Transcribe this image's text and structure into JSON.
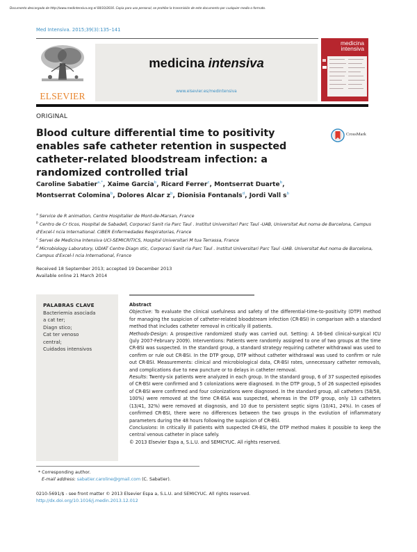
{
  "disclaimer": "Documento descargado de http://www.medintensiva.org el 08/10/2016. Copia para uso personal, se prohíbe la transmisión de este documento por cualquier medio o formato.",
  "citation": "Med Intensiva. 2015;39(3):135–141",
  "publisher": {
    "logo_text": "ELSEVIER",
    "logo_color": "#e8842c"
  },
  "journal": {
    "title_regular": "medicina ",
    "title_italic": "intensiva",
    "url": "www.elsevier.es/medintensiva",
    "cover_title_line1": "medicina",
    "cover_title_line2": "intensiva",
    "cover_color": "#b7262e"
  },
  "section_label": "ORIGINAL",
  "title": "Blood culture differential time to positivity enables safe catheter retention in suspected catheter-related bloodstream infection: a randomized controlled trial",
  "crossmark": {
    "label": "CrossMark"
  },
  "authors": [
    {
      "name": "Caroline Sabatier",
      "sup": "a,*",
      "sep": ", "
    },
    {
      "name": "Xaime Garcia",
      "sup": "b",
      "sep": ", "
    },
    {
      "name": "Ricard Ferrer",
      "sup": "c",
      "sep": ", "
    },
    {
      "name": "Montserrat Duarte",
      "sup": "b",
      "sep": ","
    },
    {
      "name": "Montserrat Colomina",
      "sup": "b",
      "sep": ", "
    },
    {
      "name": "Dolores Alcar  z",
      "sup": "b",
      "sep": ", "
    },
    {
      "name": "Dionisia Fontanals",
      "sup": "d",
      "sep": ", "
    },
    {
      "name": "Jordi Vall  s",
      "sup": "b",
      "sep": ""
    }
  ],
  "affiliations": [
    {
      "sup": "a",
      "text": "Service de R  animation, Centre Hospitalier de Mont-de-Marsan, France"
    },
    {
      "sup": "b",
      "text": "Centro de Cr  ticos, Hospital de Sabadell, Corporaci   Sanit  ria Parc Taul  . Institut Universitari Parc Taul  -UAB, Universitat Aut  noma de Barcelona, Campus d'Excel-l  ncia International. CIBER Enfermedades Respiratorias, France"
    },
    {
      "sup": "c",
      "text": "Servei de Medicina Intensiva UCI-SEMICRITICS, Hospital Universitari M  tua Terrassa, France"
    },
    {
      "sup": "d",
      "text": "Microbiology Laboratory, UDIAT Centre Diagn  stic, Corporaci   Sanit  ria Parc Taul  . Institut Universitari Parc Taul  -UAB. Universitat Aut  noma de Barcelona, Campus d'Excel-l  ncia International, France"
    }
  ],
  "dates": {
    "received": "Received 18 September 2013; accepted 19 December 2013",
    "online": "Available online 21 March 2014"
  },
  "keywords": {
    "heading": "PALABRAS CLAVE",
    "lines": [
      "Bacteriemia asociada",
      "a cat  ter;",
      "Diagn  stico;",
      "Cat  ter venoso",
      "central;",
      "Cuidados intensivos"
    ]
  },
  "abstract": {
    "heading": "Abstract",
    "sections": [
      {
        "label": "Objective",
        "text": ": To evaluate the clinical usefulness and safety of the differential-time-to-positivity (DTP) method for managing the suspicion of catheter-related bloodstream infection (CR-BSI) in comparison with a standard method that includes catheter removal in critically ill patients."
      },
      {
        "label": "Methods-Design",
        "text": ": A prospective randomized study was carried out. Setting: A 16-bed clinical-surgical ICU (July 2007-February 2009). Interventions: Patients were randomly assigned to one of two groups at the time CR-BSI was suspected. In the standard group, a standard strategy requiring catheter withdrawal was used to confirm or rule out CR-BSI. In the DTP group, DTP without catheter withdrawal was used to confirm or rule out CR-BSI. Measurements: clinical and microbiological data, CR-BSI rates, unnecessary catheter removals, and complications due to new puncture or to delays in catheter removal."
      },
      {
        "label": "Results",
        "text": ": Twenty-six patients were analyzed in each group. In the standard group, 6 of 37 suspected episodes of CR-BSI were confirmed and 5 colonizations were diagnosed. In the DTP group, 5 of 26 suspected episodes of CR-BSI were confirmed and four colonizations were diagnosed. In the standard group, all catheters (58/58, 100%) were removed at the time CR-BSA was suspected, whereas in the DTP group, only 13 catheters (13/41, 32%) were removed at diagnosis, and 10 due to persistent septic signs (10/41, 24%). In cases of confirmed CR-BSI, there were no differences between the two groups in the evolution of inflammatory parameters during the 48 hours following the suspicion of CR-BSI."
      },
      {
        "label": "Conclusions",
        "text": ": In critically ill patients with suspected CR-BSI, the DTP method makes it possible to keep the central venous catheter in place safely."
      }
    ],
    "copyright": "© 2013 Elsevier Espa  a, S.L.U. and SEMICYUC. All rights reserved."
  },
  "footnotes": {
    "corresponding": "* Corresponding author.",
    "email_label": "E-mail address:",
    "email": "sabatier.caroline@gmail.com",
    "email_suffix": " (C. Sabatier)."
  },
  "frontmatter": {
    "line": "0210-5691/$ - see front matter © 2013 Elsevier Espa  a, S.L.U. and SEMICYUC. All rights reserved.",
    "doi": "http://dx.doi.org/10.1016/j.medin.2013.12.012"
  },
  "colors": {
    "link": "#3a8fc4",
    "masthead_bg": "#ecebe8"
  }
}
